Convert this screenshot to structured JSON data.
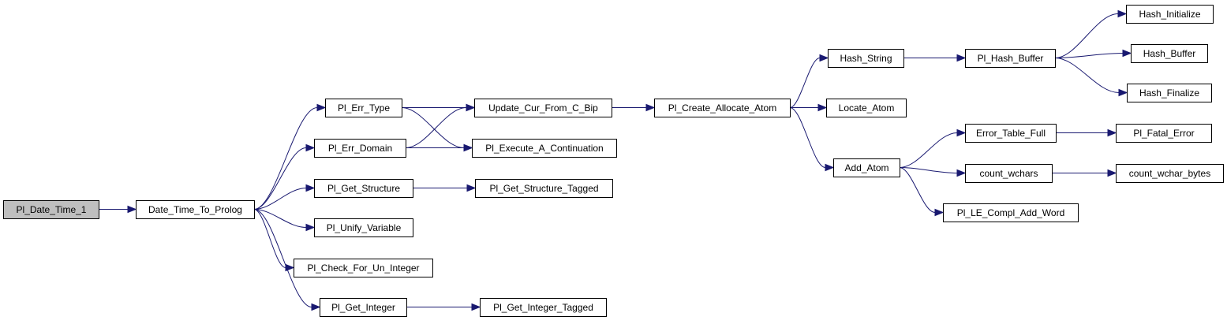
{
  "graph": {
    "nodes": [
      {
        "id": "pl_date_time_1",
        "label": "Pl_Date_Time_1",
        "root": true
      },
      {
        "id": "date_time_to_prolog",
        "label": "Date_Time_To_Prolog"
      },
      {
        "id": "pl_err_type",
        "label": "Pl_Err_Type"
      },
      {
        "id": "pl_err_domain",
        "label": "Pl_Err_Domain"
      },
      {
        "id": "pl_get_structure",
        "label": "Pl_Get_Structure"
      },
      {
        "id": "pl_unify_variable",
        "label": "Pl_Unify_Variable"
      },
      {
        "id": "pl_check_for_un_integer",
        "label": "Pl_Check_For_Un_Integer"
      },
      {
        "id": "pl_get_integer",
        "label": "Pl_Get_Integer"
      },
      {
        "id": "update_cur_from_c_bip",
        "label": "Update_Cur_From_C_Bip"
      },
      {
        "id": "pl_execute_a_continuation",
        "label": "Pl_Execute_A_Continuation"
      },
      {
        "id": "pl_get_structure_tagged",
        "label": "Pl_Get_Structure_Tagged"
      },
      {
        "id": "pl_get_integer_tagged",
        "label": "Pl_Get_Integer_Tagged"
      },
      {
        "id": "pl_create_allocate_atom",
        "label": "Pl_Create_Allocate_Atom"
      },
      {
        "id": "hash_string",
        "label": "Hash_String"
      },
      {
        "id": "locate_atom",
        "label": "Locate_Atom"
      },
      {
        "id": "add_atom",
        "label": "Add_Atom"
      },
      {
        "id": "pl_hash_buffer",
        "label": "Pl_Hash_Buffer"
      },
      {
        "id": "hash_initialize",
        "label": "Hash_Initialize"
      },
      {
        "id": "hash_buffer",
        "label": "Hash_Buffer"
      },
      {
        "id": "hash_finalize",
        "label": "Hash_Finalize"
      },
      {
        "id": "error_table_full",
        "label": "Error_Table_Full"
      },
      {
        "id": "count_wchars",
        "label": "count_wchars"
      },
      {
        "id": "pl_le_compl_add_word",
        "label": "Pl_LE_Compl_Add_Word"
      },
      {
        "id": "pl_fatal_error",
        "label": "Pl_Fatal_Error"
      },
      {
        "id": "count_wchar_bytes",
        "label": "count_wchar_bytes"
      }
    ],
    "edges": [
      [
        "pl_date_time_1",
        "date_time_to_prolog"
      ],
      [
        "date_time_to_prolog",
        "pl_err_type"
      ],
      [
        "date_time_to_prolog",
        "pl_err_domain"
      ],
      [
        "date_time_to_prolog",
        "pl_get_structure"
      ],
      [
        "date_time_to_prolog",
        "pl_unify_variable"
      ],
      [
        "date_time_to_prolog",
        "pl_check_for_un_integer"
      ],
      [
        "date_time_to_prolog",
        "pl_get_integer"
      ],
      [
        "pl_err_type",
        "update_cur_from_c_bip"
      ],
      [
        "pl_err_type",
        "pl_execute_a_continuation"
      ],
      [
        "pl_err_domain",
        "update_cur_from_c_bip"
      ],
      [
        "pl_err_domain",
        "pl_execute_a_continuation"
      ],
      [
        "pl_get_structure",
        "pl_get_structure_tagged"
      ],
      [
        "pl_get_integer",
        "pl_get_integer_tagged"
      ],
      [
        "update_cur_from_c_bip",
        "pl_create_allocate_atom"
      ],
      [
        "pl_create_allocate_atom",
        "hash_string"
      ],
      [
        "pl_create_allocate_atom",
        "locate_atom"
      ],
      [
        "pl_create_allocate_atom",
        "add_atom"
      ],
      [
        "hash_string",
        "pl_hash_buffer"
      ],
      [
        "pl_hash_buffer",
        "hash_initialize"
      ],
      [
        "pl_hash_buffer",
        "hash_buffer"
      ],
      [
        "pl_hash_buffer",
        "hash_finalize"
      ],
      [
        "add_atom",
        "error_table_full"
      ],
      [
        "add_atom",
        "count_wchars"
      ],
      [
        "add_atom",
        "pl_le_compl_add_word"
      ],
      [
        "error_table_full",
        "pl_fatal_error"
      ],
      [
        "count_wchars",
        "count_wchar_bytes"
      ]
    ]
  },
  "colors": {
    "edge": "#191970",
    "root_fill": "#bfbfbf",
    "node_fill": "#ffffff",
    "node_stroke": "#000000"
  }
}
